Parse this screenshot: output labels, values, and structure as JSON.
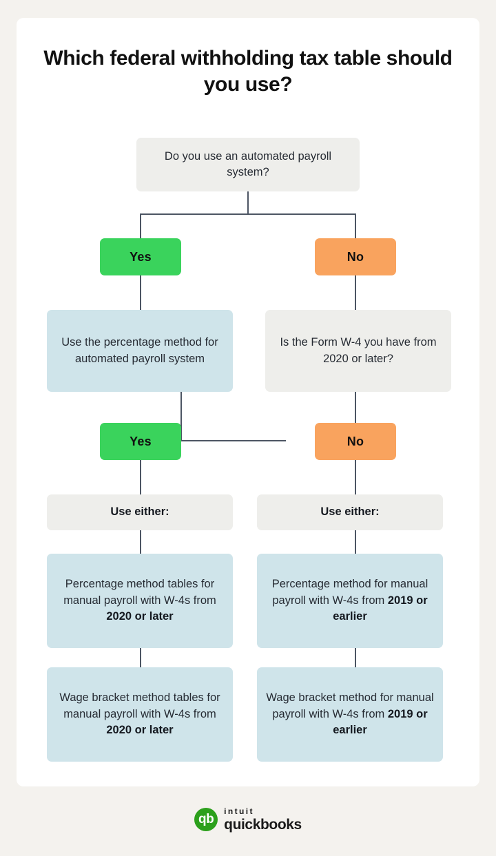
{
  "page": {
    "background_color": "#f4f2ee",
    "card_color": "#ffffff",
    "title": "Which federal withholding tax table should you use?"
  },
  "colors": {
    "yes_green": "#3ad35c",
    "no_orange": "#f9a35e",
    "blue_box": "#cfe4ea",
    "gray_box": "#eeeeeb",
    "connector": "#4c5563",
    "logo_green": "#2ca01c"
  },
  "flow": {
    "root_question": "Do you use an automated payroll system?",
    "branch_1": {
      "yes_label": "Yes",
      "no_label": "No",
      "yes_outcome": "Use the percentage method for automated payroll system",
      "no_question": "Is the Form W-4 you have from 2020 or later?"
    },
    "branch_2": {
      "yes_label": "Yes",
      "no_label": "No"
    },
    "left_column": {
      "use_either": "Use either:",
      "option_1_lead": "Percentage method tables for manual payroll with W-4s from ",
      "option_1_emphasis": "2020 or later",
      "option_2_lead": "Wage bracket method tables for manual payroll with W-4s from ",
      "option_2_emphasis": "2020 or later"
    },
    "right_column": {
      "use_either": "Use either:",
      "option_1_lead": "Percentage method for manual payroll with W-4s from ",
      "option_1_emphasis": "2019 or earlier",
      "option_2_lead": "Wage bracket method for manual payroll with W-4s from ",
      "option_2_emphasis": "2019 or earlier"
    }
  },
  "footer": {
    "logo_mark_text": "qb",
    "brand_top": "intuit",
    "brand_bottom": "quickbooks"
  }
}
